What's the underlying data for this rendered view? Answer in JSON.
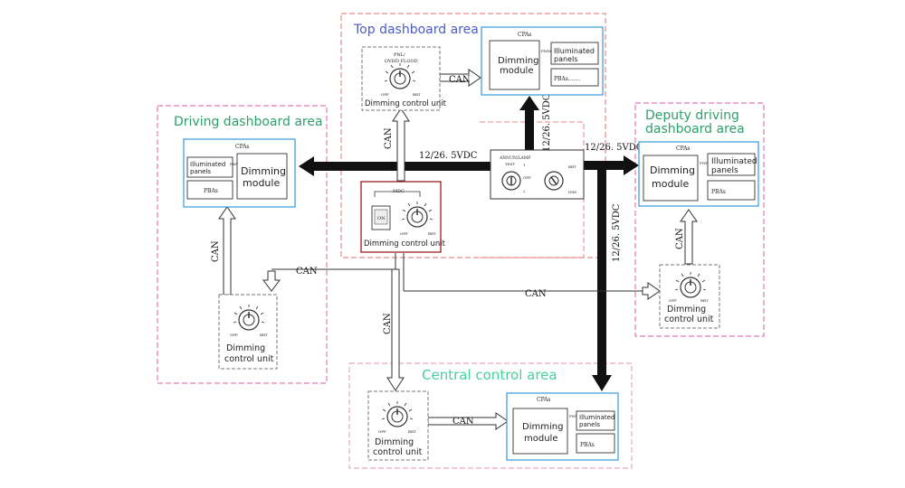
{
  "areas": {
    "top": "Top dashboard area",
    "driving": "Driving dashboard area",
    "deputy_l1": "Deputy driving",
    "deputy_l2": "dashboard area",
    "central": "Central control area"
  },
  "labels": {
    "cpas": "CPAs",
    "dimming_l1": "Dimming",
    "dimming_l2": "module",
    "illuminated_l1": "Illuminated",
    "illuminated_l2": "panels",
    "pbas": "PBAs",
    "pbas_dots": "PBAs.......",
    "pwm": "PWM",
    "can": "CAN",
    "power": "12/26. 5VDC",
    "dcu": "Dimming control unit",
    "dcu_l1": "Dimming",
    "dcu_l2": "control unit",
    "off": "OFF",
    "brt": "BRT",
    "pnl_l1": "PNL/",
    "pnl_l2": "OVHD FLOOD",
    "mdc": "MDC",
    "on": "ON",
    "annun": "ANNUN/LAMP",
    "test": "TEST",
    "one": "1",
    "two": "2",
    "dim": "DIM"
  },
  "colors": {
    "top_title": "#4a5cc8",
    "green_title": "#2e9e6a",
    "central_title": "#44d29a",
    "module_border": "#3399dd",
    "red_box": "#9a1c20",
    "area_red": "#e88a8a",
    "area_pink": "#e27ab6"
  }
}
